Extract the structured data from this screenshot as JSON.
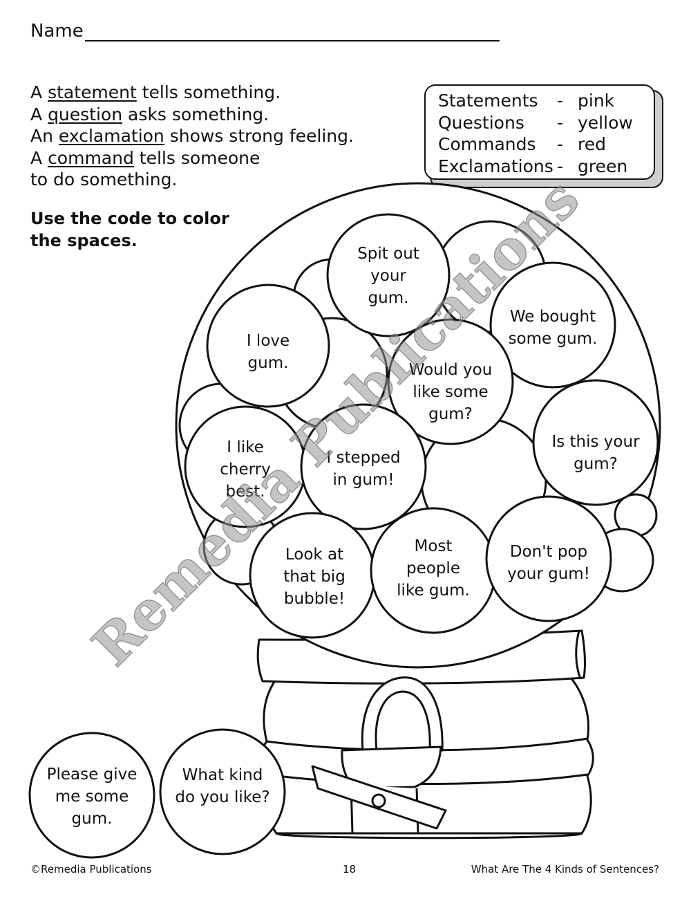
{
  "header": {
    "name_label": "Name"
  },
  "definitions": [
    {
      "pre": "A ",
      "term": "statement",
      "post": " tells something."
    },
    {
      "pre": "A ",
      "term": "question",
      "post": " asks something."
    },
    {
      "pre": "An ",
      "term": "exclamation",
      "post": " shows strong feeling."
    },
    {
      "pre": "A ",
      "term": "command",
      "post": " tells someone"
    },
    {
      "pre": "to do something.",
      "term": "",
      "post": ""
    }
  ],
  "instruction": {
    "line1": "Use the code to color",
    "line2": "the spaces."
  },
  "color_key": [
    {
      "type": "Statements",
      "sep": "-",
      "color": "pink"
    },
    {
      "type": "Questions",
      "sep": "-",
      "color": "yellow"
    },
    {
      "type": "Commands",
      "sep": "-",
      "color": "red"
    },
    {
      "type": "Exclamations",
      "sep": "-",
      "color": "green"
    }
  ],
  "gumballs": {
    "spit": [
      "Spit out",
      "your",
      "gum."
    ],
    "love": [
      "I love",
      "gum."
    ],
    "bought": [
      "We bought",
      "some gum."
    ],
    "would": [
      "Would you",
      "like some",
      "gum?"
    ],
    "cherry": [
      "I like",
      "cherry",
      "best."
    ],
    "stepped": [
      "I stepped",
      "in gum!"
    ],
    "isthis": [
      "Is this your",
      "gum?"
    ],
    "look": [
      "Look at",
      "that big",
      "bubble!"
    ],
    "most": [
      "Most",
      "people",
      "like gum."
    ],
    "dontpop": [
      "Don't pop",
      "your gum!"
    ],
    "please": [
      "Please give",
      "me some",
      "gum."
    ],
    "whatkind": [
      "What kind",
      "do you like?"
    ]
  },
  "watermark": "Remedia Publications",
  "footer": {
    "copyright": "©Remedia Publications",
    "page_number": "18",
    "book_title": "What Are The 4 Kinds of Sentences?"
  }
}
